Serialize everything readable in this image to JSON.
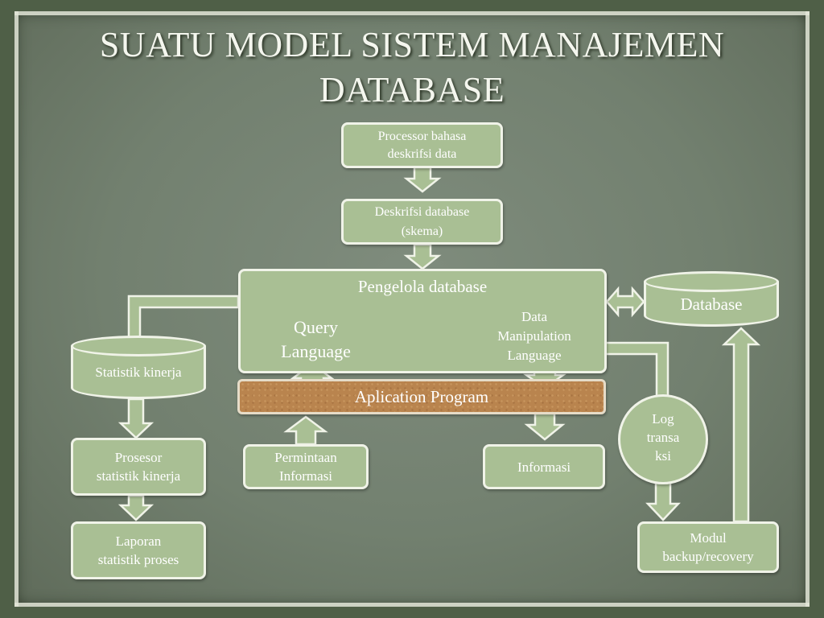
{
  "title": {
    "line1": "SUATU MODEL SISTEM MANAJEMEN",
    "line2": "DATABASE"
  },
  "nodes": {
    "processor_bahasa": {
      "line1": "Processor bahasa",
      "line2": "deskrifsi data"
    },
    "deskrifsi_database": {
      "line1": "Deskrifsi database",
      "line2": "(skema)"
    },
    "pengelola": {
      "title": "Pengelola database",
      "query_line1": "Query",
      "query_line2": "Language",
      "dml_line1": "Data",
      "dml_line2": "Manipulation",
      "dml_line3": "Language"
    },
    "database": {
      "label": "Database"
    },
    "statistik_kinerja": {
      "label": "Statistik kinerja"
    },
    "aplication_program": {
      "label": "Aplication Program"
    },
    "prosesor_statistik": {
      "line1": "Prosesor",
      "line2": "statistik kinerja"
    },
    "permintaan": {
      "line1": "Permintaan",
      "line2": "Informasi"
    },
    "informasi": {
      "label": "Informasi"
    },
    "log_transaksi": {
      "line1": "Log",
      "line2": "transa",
      "line3": "ksi"
    },
    "laporan": {
      "line1": "Laporan",
      "line2": "statistik proses"
    },
    "modul_backup": {
      "line1": "Modul",
      "line2": "backup/recovery"
    }
  },
  "colors": {
    "box_fill": "#a9bf94",
    "box_border": "#f0f3e8",
    "app_program_fill": "#b9844e",
    "background": "#72806f"
  }
}
